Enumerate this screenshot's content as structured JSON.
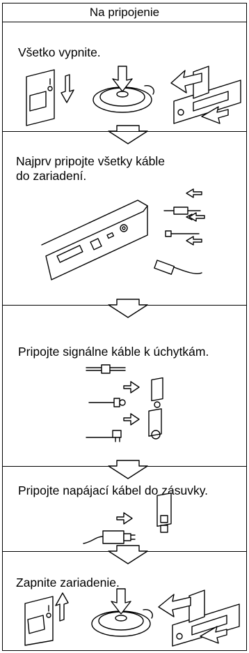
{
  "header": {
    "title": "Na pripojenie"
  },
  "steps": [
    {
      "text": "Všetko vypnite."
    },
    {
      "line1": "Najprv pripojte všetky káble",
      "line2": "do zariadení."
    },
    {
      "text": "Pripojte signálne káble k úchytkám."
    },
    {
      "text": "Pripojte napájací kábel do zásuvky."
    },
    {
      "text": "Zapnite zariadenie."
    }
  ],
  "icons": {
    "power_switch": "power-switch-icon",
    "arrow": "down-arrow-icon",
    "cable": "cable-icon",
    "outlet": "wall-outlet-icon"
  }
}
